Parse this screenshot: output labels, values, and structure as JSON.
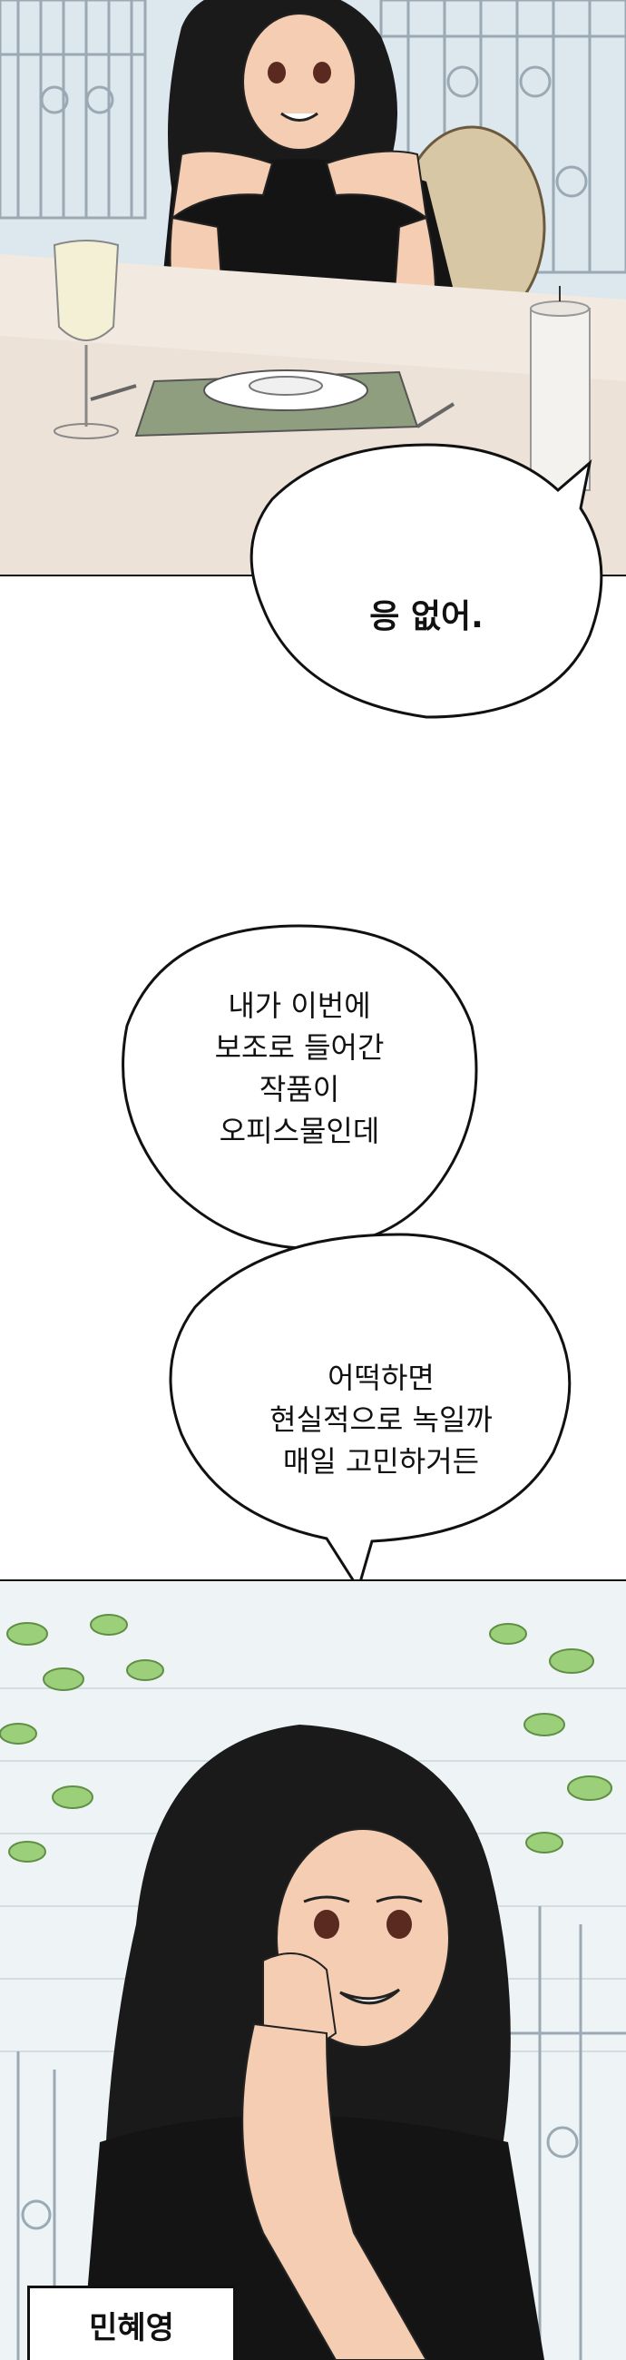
{
  "comic": {
    "bubbles": [
      {
        "lines": [
          "응 없어."
        ]
      },
      {
        "lines": [
          "내가 이번에",
          "보조로 들어간",
          "작품이",
          "오피스물인데"
        ]
      },
      {
        "lines": [
          "어떡하면",
          "현실적으로 녹일까",
          "매일 고민하거든"
        ]
      }
    ],
    "name_tag": "민혜영"
  },
  "colors": {
    "ink": "#111111",
    "hair": "#1a1a1a",
    "skin": "#f4cdb2",
    "background_wall": "#e8f0f4",
    "leaf_green": "#9ccf7a"
  }
}
